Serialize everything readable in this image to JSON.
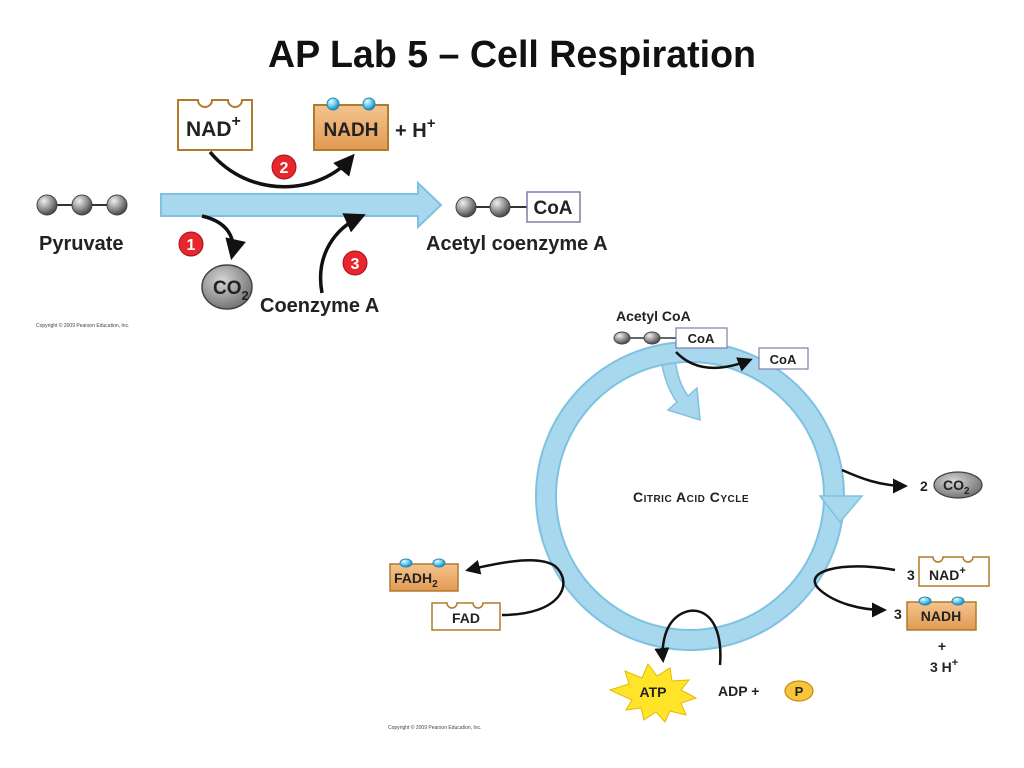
{
  "title": "AP Lab 5 – Cell Respiration",
  "colors": {
    "arrow_fill": "#a8d8ee",
    "arrow_stroke": "#7fc2e0",
    "orange": "#e9a866",
    "box_border": "#b07b2a",
    "badge_red": "#e8262e",
    "ball_blue": "#5cc6ee",
    "star_yellow": "#ffe42a",
    "phosphate": "#f7c43a",
    "co2_gray": "#9a9a9a",
    "coa_border": "#7d7faa"
  },
  "top": {
    "nad_label": "NAD",
    "nad_sup": "+",
    "nadh_label": "NADH",
    "h_plus_text": "+ H",
    "h_plus_sup": "+",
    "pyruvate_label": "Pyruvate",
    "acetyl_coa_label": "Acetyl coenzyme A",
    "coa_label": "CoA",
    "co2_main": "CO",
    "co2_sub": "2",
    "coenzyme_a_label": "Coenzyme A",
    "step1": "1",
    "step2": "2",
    "step3": "3",
    "copyright": "Copyright © 2009 Pearson Education, Inc."
  },
  "cycle": {
    "acetyl_coa_label": "Acetyl CoA",
    "coa_label": "CoA",
    "coa_released": "CoA",
    "cycle_label": "Citric Acid Cycle",
    "co2_count": "2",
    "co2_main": "CO",
    "co2_sub": "2",
    "nad_count": "3",
    "nad_label": "NAD",
    "nad_sup": "+",
    "nadh_count": "3",
    "nadh_label": "NADH",
    "plus": "+",
    "h_count_text": "3 H",
    "h_sup": "+",
    "fadh2_main": "FADH",
    "fadh2_sub": "2",
    "fad_label": "FAD",
    "atp_label": "ATP",
    "adp_text": "ADP +",
    "phosphate_label": "P",
    "copyright": "Copyright © 2009 Pearson Education, Inc."
  }
}
